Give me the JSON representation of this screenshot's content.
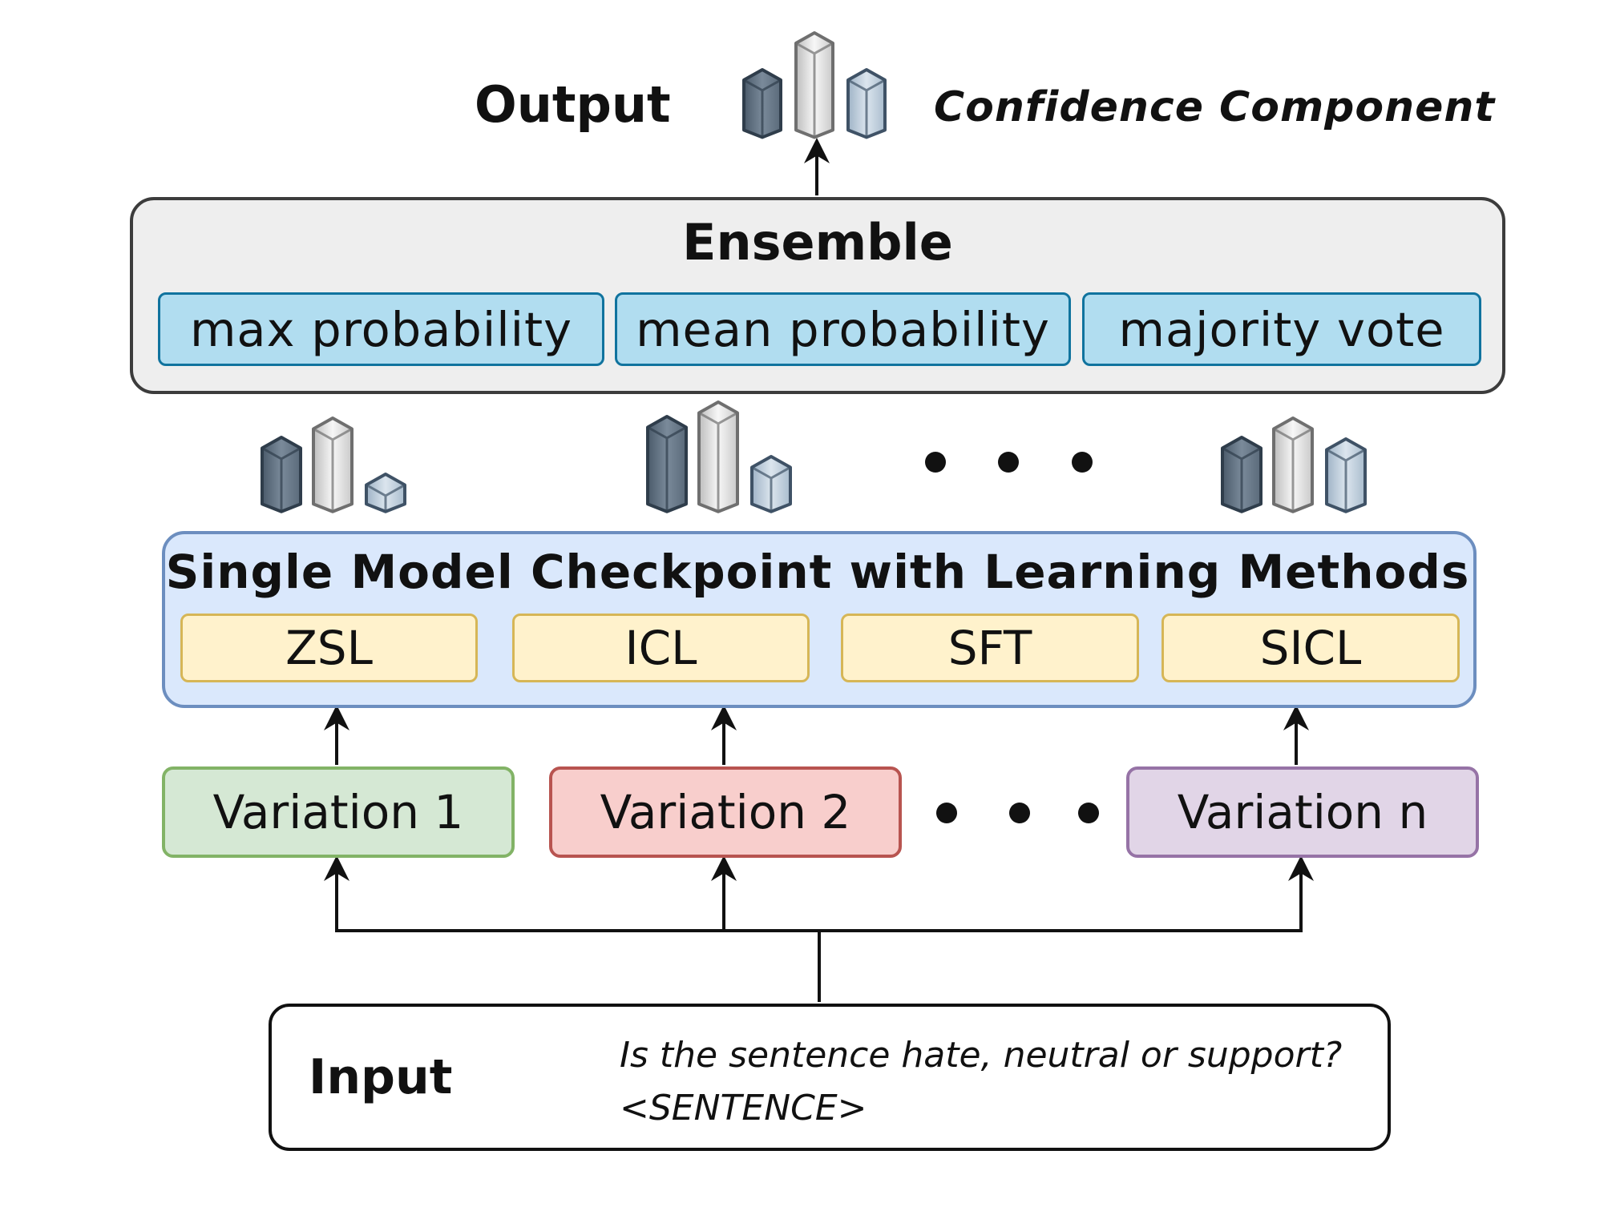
{
  "output": {
    "label": "Output",
    "confidence_label": "Confidence Component"
  },
  "ensemble": {
    "title": "Ensemble",
    "methods": [
      "max probability",
      "mean probability",
      "majority vote"
    ]
  },
  "learning": {
    "title": "Single Model Checkpoint with Learning Methods",
    "methods": [
      "ZSL",
      "ICL",
      "SFT",
      "SICL"
    ]
  },
  "variations": [
    "Variation 1",
    "Variation 2",
    "Variation n"
  ],
  "input": {
    "label": "Input",
    "prompt_line1": "Is the sentence hate, neutral or support?",
    "prompt_line2": "<SENTENCE>"
  },
  "colors": {
    "ensemble_fill": "#eeeeee",
    "chip_blue": "#b1ddf0",
    "chip_yellow": "#fff2cc",
    "panel_blue": "#dae8fc",
    "variation_green": "#d5e8d4",
    "variation_red": "#f8cecc",
    "variation_purple": "#e1d5e7",
    "bar_dark": "#647687",
    "bar_silver": "#d8d8d8",
    "bar_light": "#b9cbdb"
  },
  "icons": [
    "bar-cluster-icon",
    "ellipsis-icon",
    "arrow-up-icon"
  ]
}
